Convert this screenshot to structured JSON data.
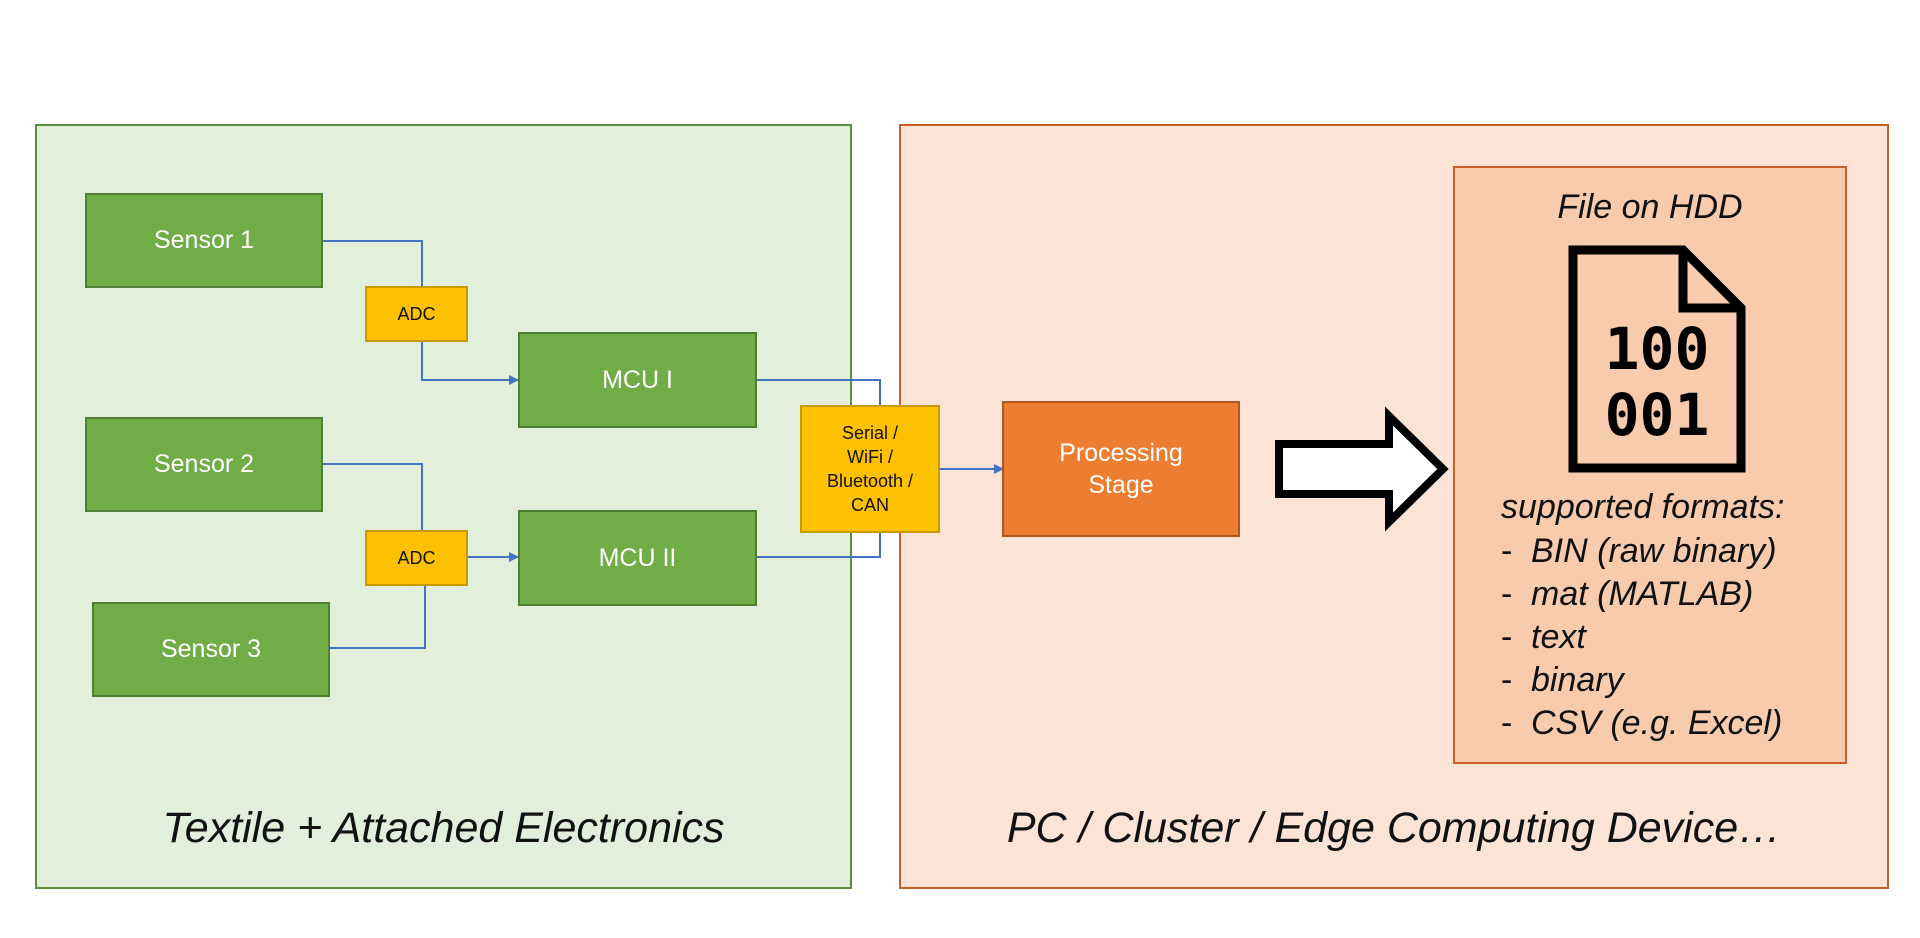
{
  "left_panel": {
    "caption": "Textile + Attached Electronics",
    "sensors": [
      "Sensor 1",
      "Sensor 2",
      "Sensor 3"
    ],
    "adc_labels": [
      "ADC",
      "ADC"
    ],
    "mcus": [
      "MCU I",
      "MCU II"
    ]
  },
  "comm_box": {
    "label": "Serial /\nWiFi /\nBluetooth /\nCAN"
  },
  "right_panel": {
    "caption": "PC / Cluster / Edge Computing Device…",
    "processing": "Processing\nStage",
    "file": {
      "title": "File on HDD",
      "icon_line1": "100",
      "icon_line2": "001",
      "formats_heading": "supported formats:",
      "formats": [
        "BIN (raw binary)",
        "mat (MATLAB)",
        "text",
        "binary",
        "CSV (e.g. Excel)"
      ]
    }
  },
  "colors": {
    "green_panel": "#e2efda",
    "green_box": "#70ad47",
    "yellow_box": "#ffc000",
    "orange_panel": "#fbe4d6",
    "orange_box": "#ed7d31",
    "file_box": "#f8cbad",
    "connector": "#4472c4"
  }
}
